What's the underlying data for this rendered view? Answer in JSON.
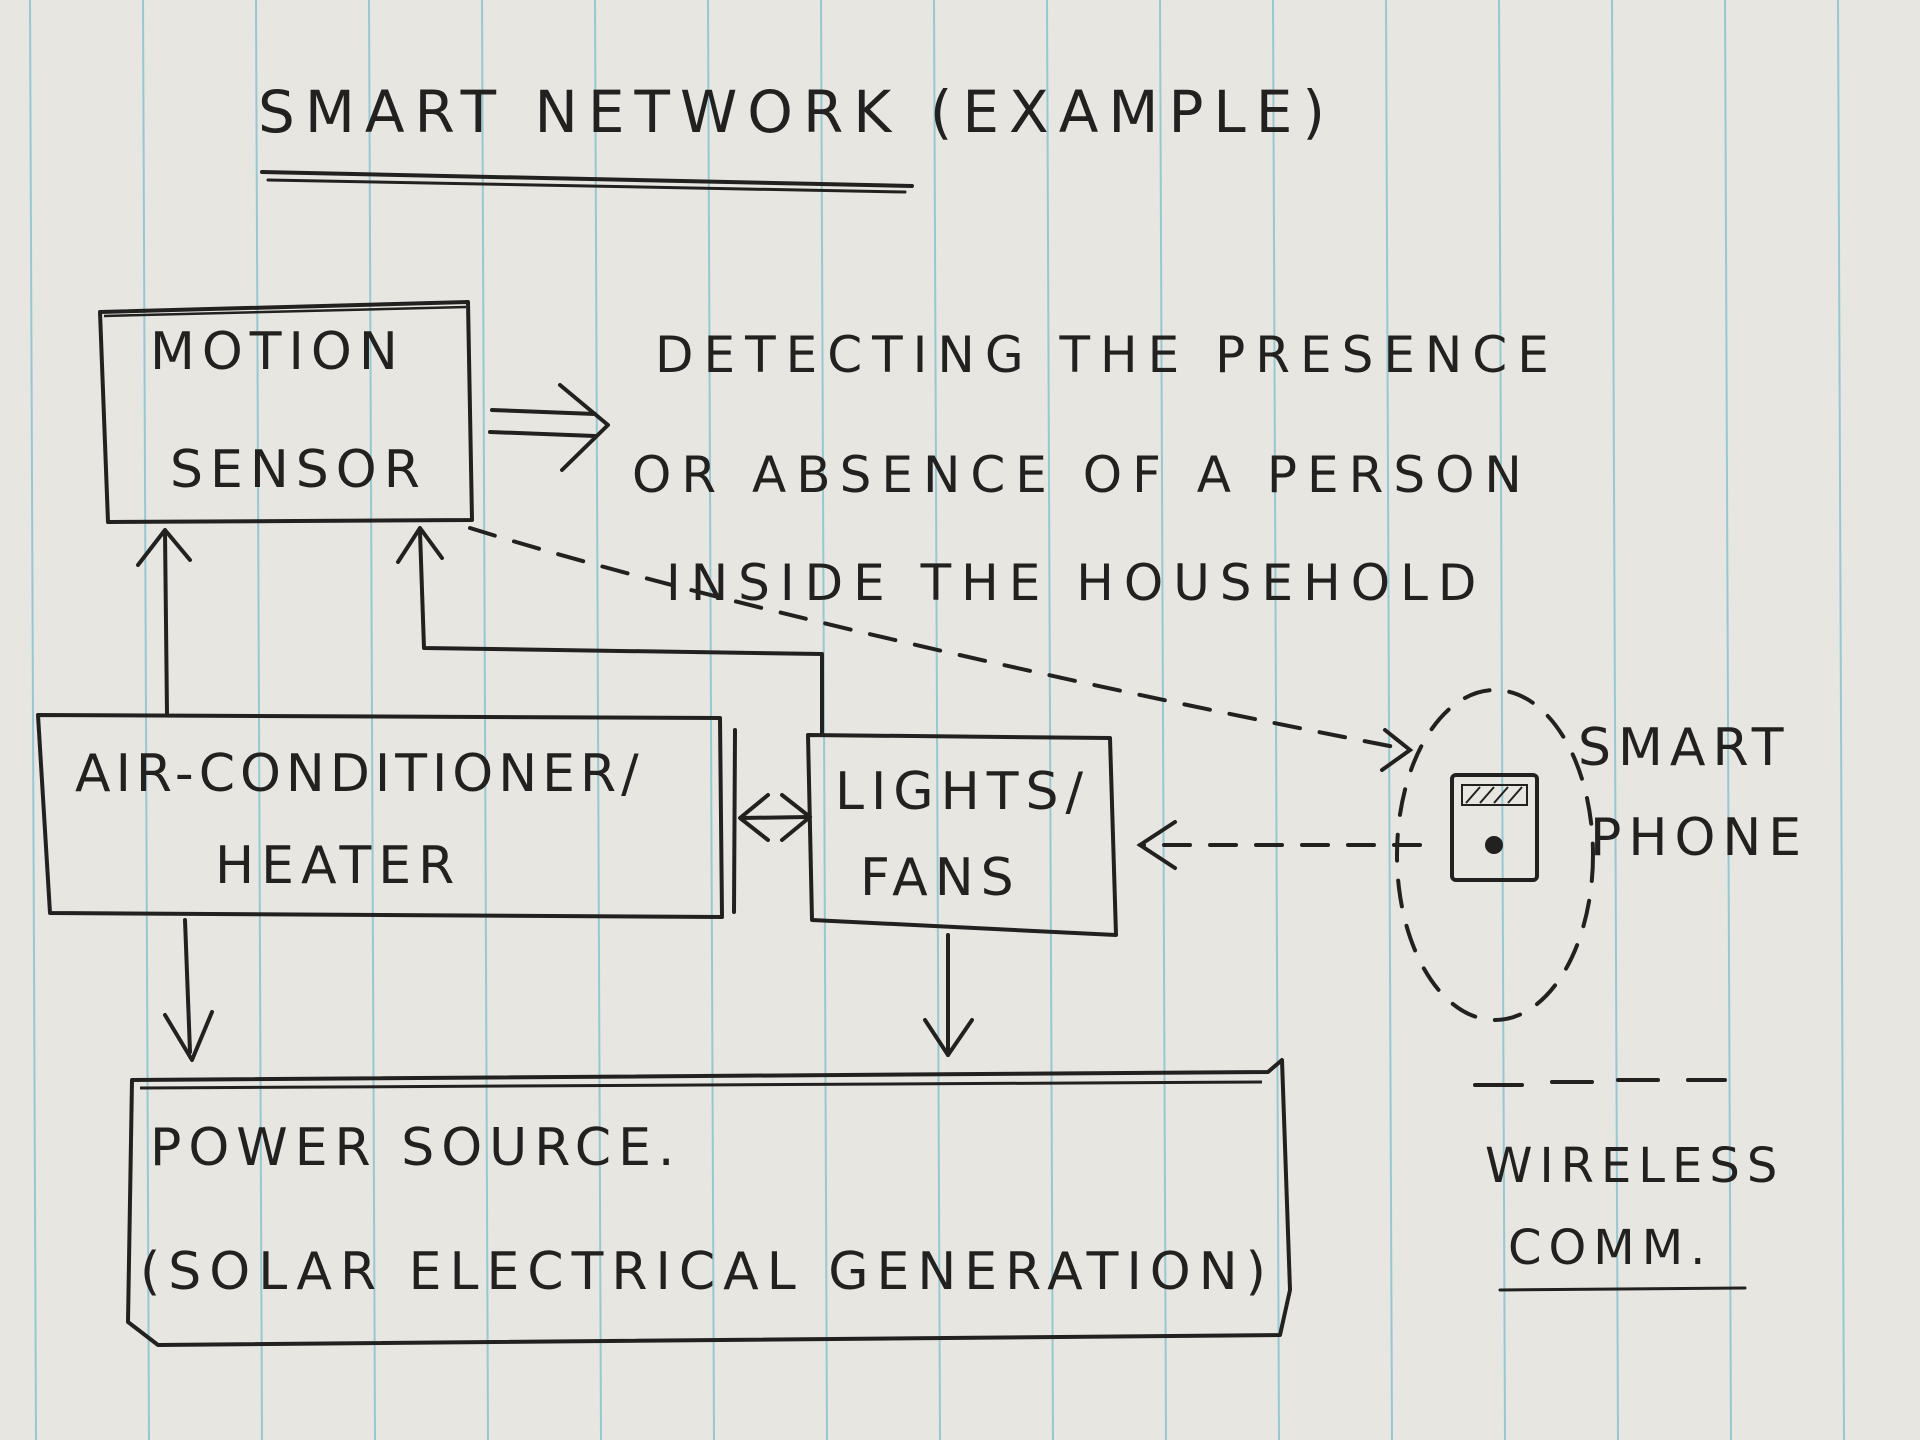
{
  "title": "SMART NETWORK (EXAMPLE)",
  "nodes": {
    "motion_sensor": {
      "line1": "MOTION",
      "line2": "SENSOR"
    },
    "ac_heater": {
      "line1": "AIR-CONDITIONER/",
      "line2": "HEATER"
    },
    "lights_fans": {
      "line1": "LIGHTS/",
      "line2": "FANS"
    },
    "smartphone": {
      "line1": "SMART",
      "line2": "PHONE"
    },
    "power_source": {
      "line1": "POWER SOURCE.",
      "line2": "(SOLAR ELECTRICAL GENERATION)"
    }
  },
  "annotation": {
    "line1": "DETECTING THE PRESENCE",
    "line2": "OR ABSENCE OF A PERSON",
    "line3": "INSIDE THE HOUSEHOLD"
  },
  "legend": {
    "line1": "WIRELESS",
    "line2": "COMM."
  },
  "colors": {
    "paper": "#e7e6e1",
    "rule_blue": "#7fc3d2",
    "ink": "#232120"
  }
}
